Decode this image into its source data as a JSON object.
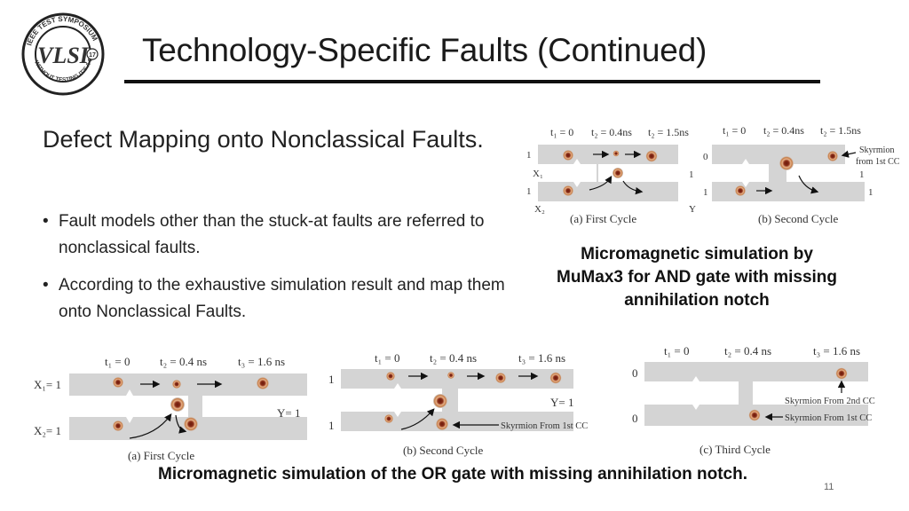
{
  "slide": {
    "title": "Technology-Specific Faults (Continued)",
    "page_number": "11",
    "logo_text": "IEEE TEST SYMPOSIUM · VLSI · WITHOUT TESTING IT'S A GAMBLE · 17"
  },
  "content": {
    "heading": "Defect Mapping onto Nonclassical Faults.",
    "bullets": [
      "Fault models other than the stuck-at faults are referred to nonclassical faults.",
      "According to the exhaustive simulation result and map them onto  Nonclassical Faults."
    ]
  },
  "and_figure": {
    "caption": "Micromagnetic simulation by MuMax3 for AND gate with missing annihilation notch",
    "first_cycle": {
      "t1": "t₁ = 0",
      "t2": "t₂ = 0.4ns",
      "t3": "t₂ = 1.5ns",
      "in1_val": "1",
      "in2_val": "1",
      "x1": "X₁",
      "x2": "X₂",
      "out_top": "1",
      "out_y": "Y",
      "label": "(a) First Cycle"
    },
    "second_cycle": {
      "t1": "t₁ = 0",
      "t2": "t₂ = 0.4ns",
      "t3": "t₂ = 1.5ns",
      "in1_val": "0",
      "in2_val": "1",
      "out_top": "1",
      "out_bottom": "1",
      "note_1": "Skyrmion",
      "note_2": "from 1st CC",
      "label": "(b) Second Cycle"
    }
  },
  "or_figure": {
    "caption": "Micromagnetic simulation of the OR gate with missing annihilation notch.",
    "first_cycle": {
      "t1": "t₁ = 0",
      "t2": "t₂ = 0.4 ns",
      "t3": "t₃ = 1.6 ns",
      "x1": "X₁= 1",
      "x2": "X₂= 1",
      "y": "Y= 1",
      "label": "(a) First Cycle"
    },
    "second_cycle": {
      "t1": "t₁ = 0",
      "t2": "t₂ = 0.4 ns",
      "t3": "t₃ = 1.6 ns",
      "in1_val": "1",
      "in2_val": "1",
      "y": "Y= 1",
      "note": "Skyrmion From 1st CC",
      "label": "(b) Second Cycle"
    },
    "third_cycle": {
      "t1": "t₁ = 0",
      "t2": "t₂ = 0.4 ns",
      "t3": "t₃ = 1.6 ns",
      "in1_val": "0",
      "in2_val": "0",
      "note_top": "Skyrmion From 2nd CC",
      "note_bottom": "Skyrmion From 1st CC",
      "label": "(c) Third Cycle"
    }
  },
  "colors": {
    "track": "#d4d4d4",
    "skyrmion_outer": "#c9874f",
    "skyrmion_core": "#7a1f10",
    "rule": "#111111"
  }
}
